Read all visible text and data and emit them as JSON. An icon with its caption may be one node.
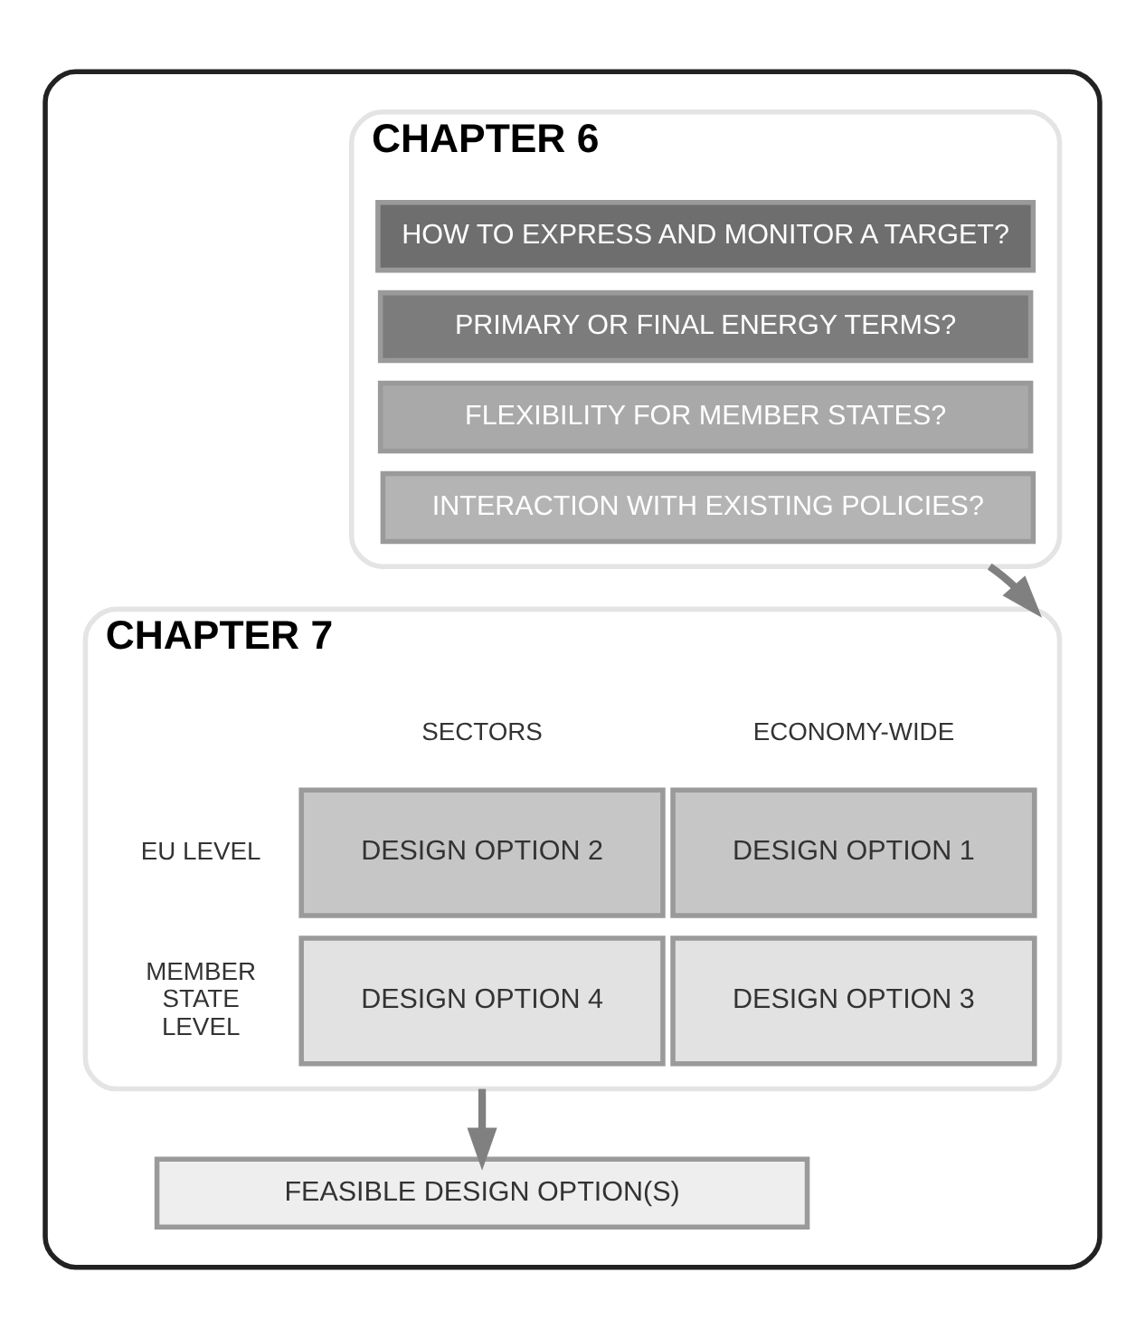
{
  "diagram": {
    "nodes": [
      {
        "text": [],
        "shape": "box"
      },
      {
        "text": [
          "CHAPTER 6"
        ],
        "in": 0
      },
      {
        "text": [
          "HOW TO EXPRESS AND MONITOR A TARGET?"
        ],
        "in": 1
      },
      {
        "text": [
          "PRIMARY OR FINAL ENERGY TERMS?"
        ],
        "in": 1
      },
      {
        "text": [
          "FLEXIBILITY FOR MEMBER STATES?"
        ],
        "in": 1
      },
      {
        "text": [
          "INTERACTION WITH EXISTING POLICIES?"
        ],
        "in": 1
      },
      {
        "text": [
          "CHAPTER 7"
        ],
        "in": 0
      },
      {
        "text": [
          "DESIGN OPTION 1"
        ],
        "in": 6
      },
      {
        "text": [
          "DESIGN OPTION 2"
        ],
        "in": 6
      },
      {
        "text": [
          "DESIGN OPTION 3"
        ],
        "in": 6
      },
      {
        "text": [
          "DESIGN OPTION 4"
        ],
        "in": 6
      },
      {
        "text": [
          "FEASIBLE DESIGN OPTION(S)"
        ],
        "in": 0
      }
    ],
    "edges": [
      {
        "from": 1,
        "to": 6,
        "arrow": "to"
      },
      {
        "from": 6,
        "to": 11,
        "arrow": "to"
      }
    ],
    "labels": [
      "ECONOMY-WIDE",
      "SECTORS",
      "EU LEVEL",
      "MEMBER STATE LEVEL"
    ]
  }
}
